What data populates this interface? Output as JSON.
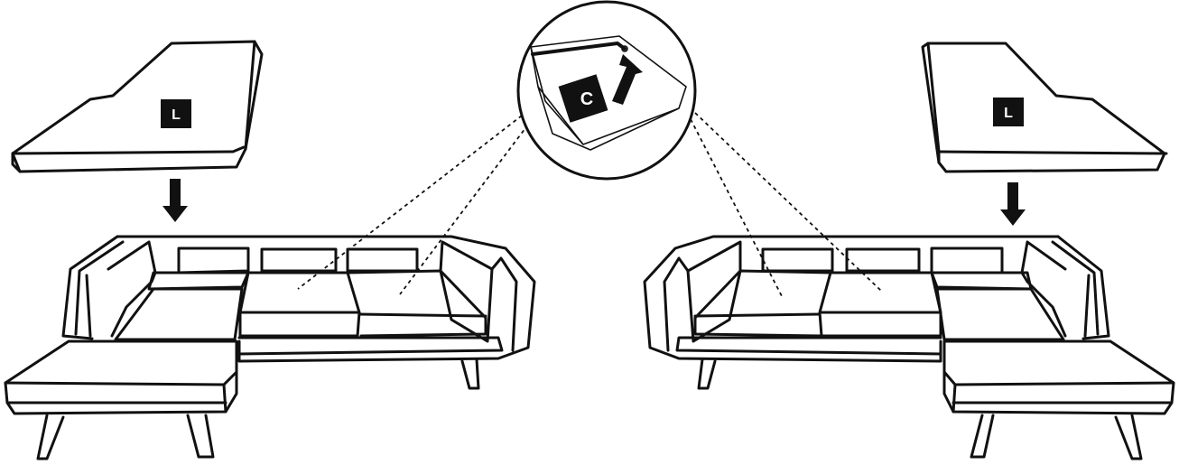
{
  "labels": {
    "left_cushion_tag": "L",
    "right_cushion_tag": "L",
    "detail_tag": "C"
  },
  "colors": {
    "line": "#111111",
    "badge_fill": "#111111",
    "badge_text": "#ffffff",
    "background": "#ffffff"
  }
}
